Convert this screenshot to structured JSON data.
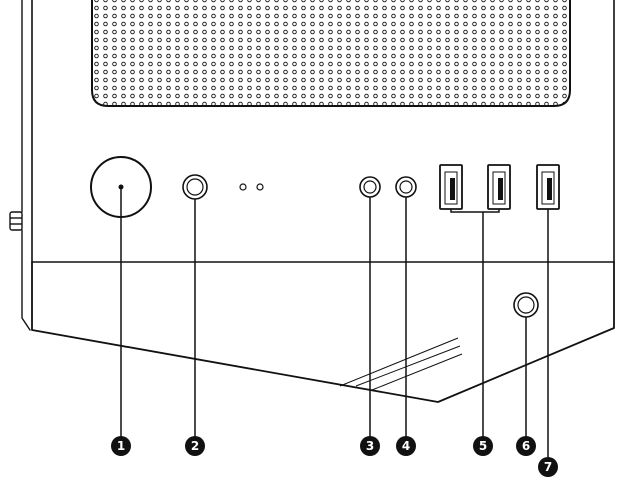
{
  "diagram": {
    "subject": "front I/O panel",
    "colors": {
      "line": "#111111",
      "callout_fill": "#111111",
      "callout_text": "#ffffff",
      "background": "#ffffff"
    },
    "components": [
      {
        "id": "power-button",
        "kind": "large-round-button"
      },
      {
        "id": "reset-button",
        "kind": "small-round-button"
      },
      {
        "id": "indicator-leds",
        "kind": "led-pair"
      },
      {
        "id": "audio-jack-a",
        "kind": "audio-jack"
      },
      {
        "id": "audio-jack-b",
        "kind": "audio-jack"
      },
      {
        "id": "usb-port-a",
        "kind": "usb-a-port"
      },
      {
        "id": "usb-port-b",
        "kind": "usb-a-port"
      },
      {
        "id": "bottom-round-port",
        "kind": "round-port"
      },
      {
        "id": "usb-port-c",
        "kind": "usb-a-port"
      }
    ],
    "callouts": [
      "1",
      "2",
      "3",
      "4",
      "5",
      "6",
      "7"
    ]
  }
}
